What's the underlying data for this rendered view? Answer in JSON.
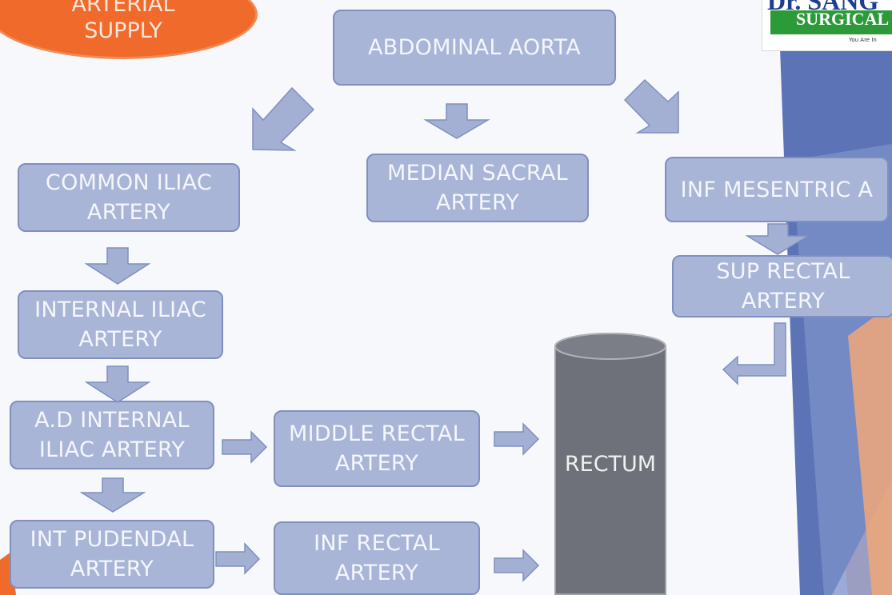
{
  "title": "ARTERIAL\nSUPPLY",
  "logo": {
    "name": "Dr. SANG",
    "sub": "SURGICAL",
    "tagline": "You Are In"
  },
  "nodes": {
    "abdominal_aorta": "ABDOMINAL AORTA",
    "common_iliac": "COMMON ILIAC\nARTERY",
    "median_sacral": "MEDIAN SACRAL\nARTERY",
    "inf_mesentric": "INF MESENTRIC A",
    "internal_iliac": "INTERNAL ILIAC\nARTERY",
    "sup_rectal": "SUP RECTAL\nARTERY",
    "ad_internal_iliac": "A.D INTERNAL\nILIAC ARTERY",
    "middle_rectal": "MIDDLE RECTAL\nARTERY",
    "int_pudendal": "INT PUDENDAL\nARTERY",
    "inf_rectal": "INF RECTAL\nARTERY",
    "rectum": "RECTUM"
  },
  "colors": {
    "box_fill": "#a9b5d7",
    "box_border": "#7f90bf",
    "title_fill": "#f06a2b",
    "rectum_fill": "#6e7179",
    "accent_blue": "#5a73b4",
    "accent_orange": "#f0b08a"
  }
}
